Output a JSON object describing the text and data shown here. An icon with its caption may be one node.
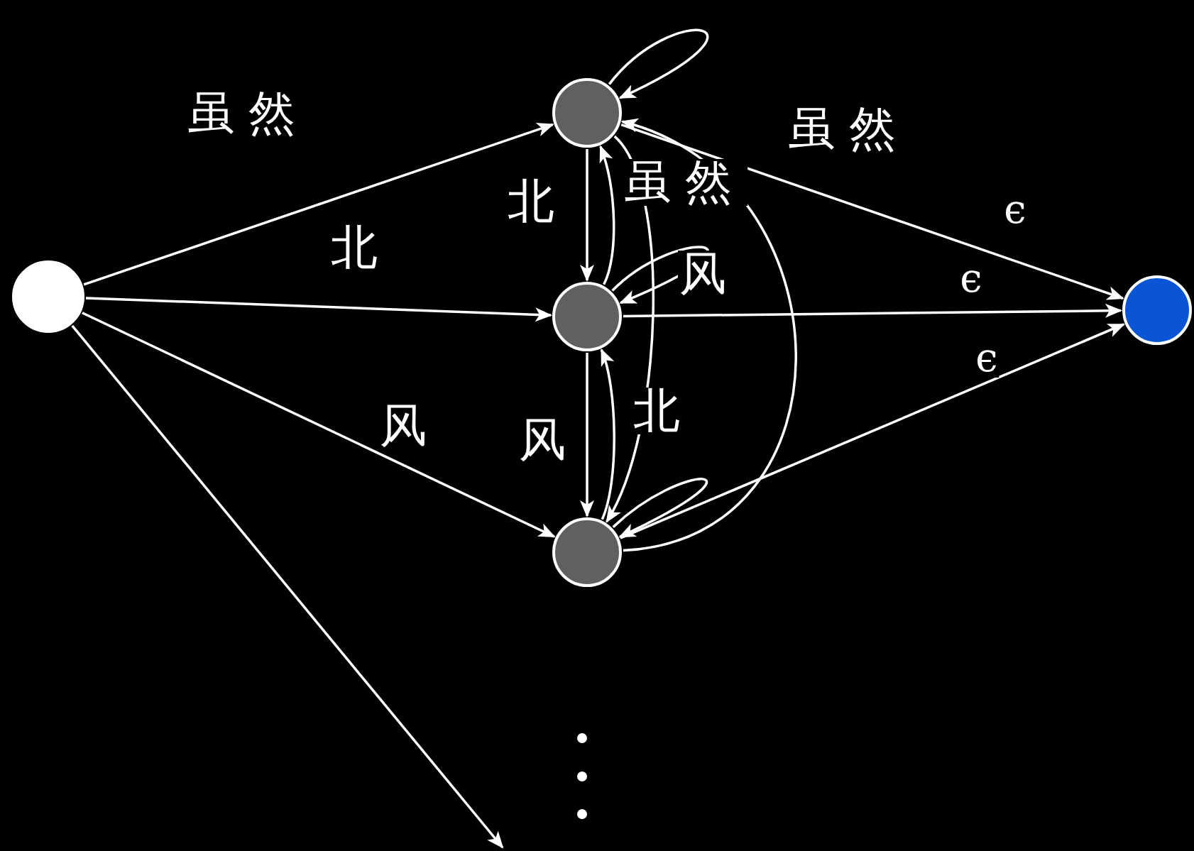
{
  "diagram": {
    "nodes": [
      {
        "text": [],
        "shape": "circle"
      },
      {
        "text": [],
        "shape": "circle"
      },
      {
        "text": [],
        "shape": "circle"
      },
      {
        "text": [],
        "shape": "circle"
      },
      {
        "text": [],
        "shape": "circle"
      }
    ],
    "edges": [
      {
        "from": 0,
        "to": 1,
        "arrow": "to",
        "label": "虽然"
      },
      {
        "from": 0,
        "to": 2,
        "arrow": "to",
        "label": "北"
      },
      {
        "from": 0,
        "to": 3,
        "arrow": "to",
        "label": "风"
      },
      {
        "from": 0,
        "to": null,
        "arrow": "to"
      },
      {
        "from": 1,
        "to": 1,
        "arrow": "to"
      },
      {
        "from": 1,
        "to": 2,
        "arrow": "to",
        "label": "北"
      },
      {
        "from": 2,
        "to": 1,
        "arrow": "to",
        "label": "虽然"
      },
      {
        "from": 1,
        "to": 3,
        "arrow": "to",
        "label": "风"
      },
      {
        "from": 3,
        "to": 1,
        "arrow": "to",
        "label": "虽然"
      },
      {
        "from": 2,
        "to": 2,
        "arrow": "to"
      },
      {
        "from": 2,
        "to": 3,
        "arrow": "to",
        "label": "风"
      },
      {
        "from": 3,
        "to": 2,
        "arrow": "to",
        "label": "北"
      },
      {
        "from": 3,
        "to": 3,
        "arrow": "to"
      },
      {
        "from": 1,
        "to": 4,
        "arrow": "to",
        "label": "ϵ"
      },
      {
        "from": 2,
        "to": 4,
        "arrow": "to",
        "label": "ϵ"
      },
      {
        "from": 3,
        "to": 4,
        "arrow": "to",
        "label": "ϵ"
      }
    ]
  }
}
